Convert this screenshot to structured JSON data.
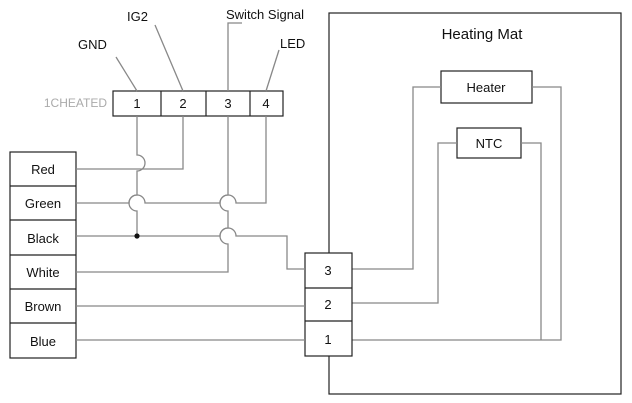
{
  "connector": {
    "name": "1CHEATED",
    "pins": [
      "1",
      "2",
      "3",
      "4"
    ],
    "signals": [
      "GND",
      "IG2",
      "Switch Signal",
      "LED"
    ]
  },
  "wires": [
    "Red",
    "Green",
    "Black",
    "White",
    "Brown",
    "Blue"
  ],
  "mat": {
    "title": "Heating Mat",
    "heater_label": "Heater",
    "ntc_label": "NTC",
    "pins": [
      "3",
      "2",
      "1"
    ]
  }
}
